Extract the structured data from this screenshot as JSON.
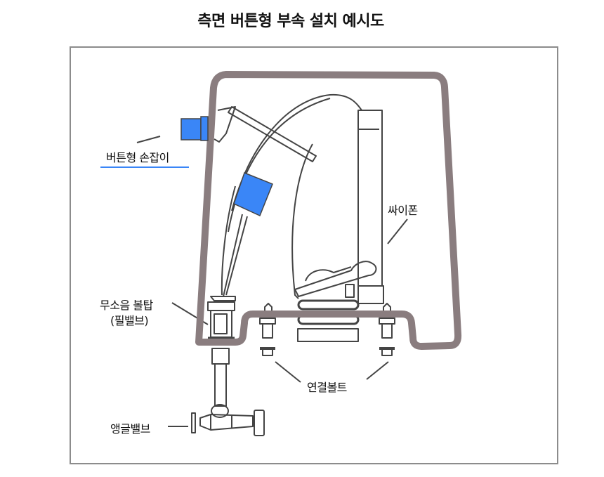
{
  "title": "측면 버튼형 부속 설치 예시도",
  "labels": {
    "button_handle": "버튼형 손잡이",
    "siphon": "싸이폰",
    "fill_valve_line1": "무소음 볼탑",
    "fill_valve_line2": "(필밸브)",
    "connecting_bolt": "연결볼트",
    "angle_valve": "앵글밸브"
  },
  "colors": {
    "tank_outline": "#8a7d7f",
    "accent_blue": "#3a86f7",
    "line": "#444444",
    "frame": "#8c8c8c"
  }
}
